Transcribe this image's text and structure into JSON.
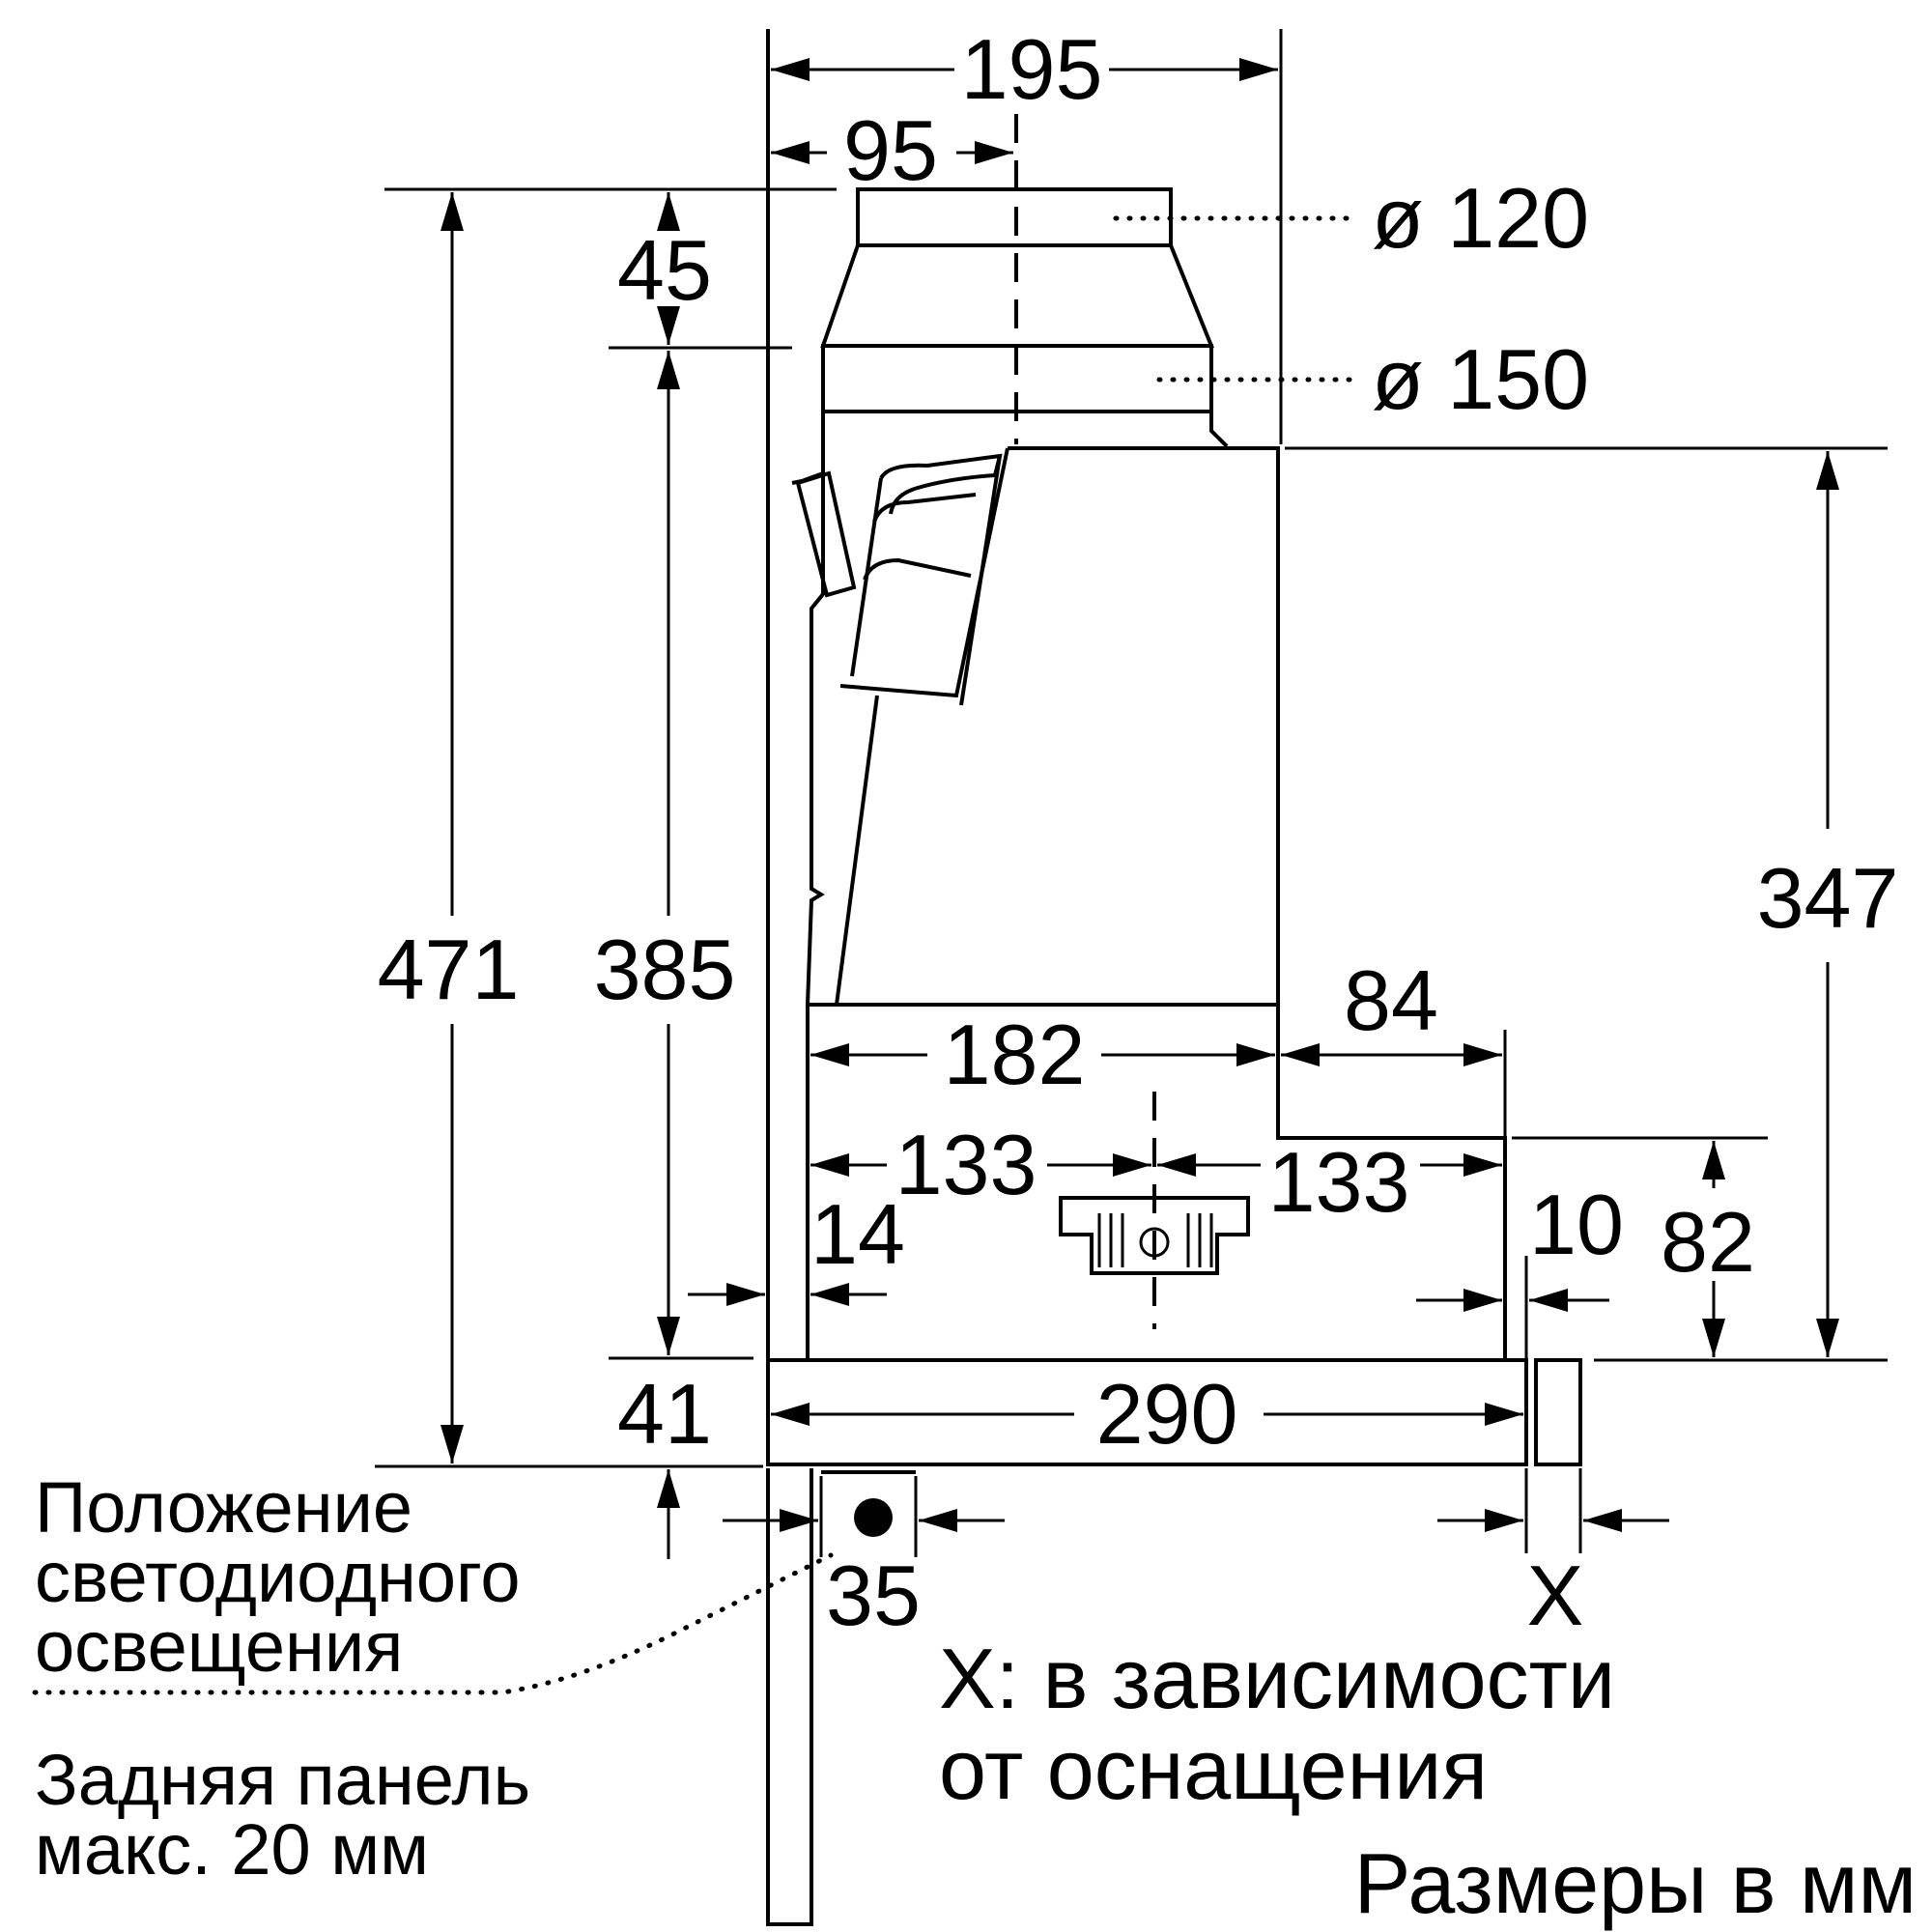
{
  "dimensions": {
    "d195": "195",
    "d95": "95",
    "d45": "45",
    "d120": "ø 120",
    "d150": "ø 150",
    "d471": "471",
    "d385": "385",
    "d347": "347",
    "d84": "84",
    "d182": "182",
    "d133_left": "133",
    "d133_right": "133",
    "d14": "14",
    "d10": "10",
    "d82": "82",
    "d41": "41",
    "d290": "290",
    "d35": "35",
    "dX": "X"
  },
  "notes": {
    "led_line1": "Положение",
    "led_line2": "светодиодного",
    "led_line3": "освещения",
    "rear_line1": "Задняя панель",
    "rear_line2": "макс. 20 мм",
    "x_line1": "X: в зависимости",
    "x_line2": "от оснащения",
    "units": "Размеры в мм"
  }
}
